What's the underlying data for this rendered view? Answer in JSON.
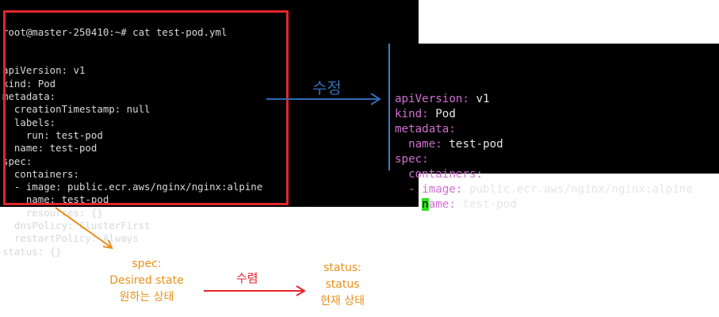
{
  "left_terminal": {
    "prompt_line": "root@master-250410:~# cat test-pod.yml",
    "lines": [
      "apiVersion: v1",
      "kind: Pod",
      "metadata:",
      "  creationTimestamp: null",
      "  labels:",
      "    run: test-pod",
      "  name: test-pod",
      "spec:",
      "  containers:",
      "  - image: public.ecr.aws/nginx/nginx:alpine",
      "    name: test-pod",
      "    resources: {}",
      "  dnsPolicy: ClusterFirst",
      "  restartPolicy: Always",
      "status: {}"
    ]
  },
  "right_terminal": {
    "lines": [
      {
        "indent": "",
        "key": "apiVersion",
        "value": "v1"
      },
      {
        "indent": "",
        "key": "kind",
        "value": "Pod"
      },
      {
        "indent": "",
        "key": "metadata",
        "value": ""
      },
      {
        "indent": "  ",
        "key": "name",
        "value": "test-pod"
      },
      {
        "indent": "",
        "key": "spec",
        "value": ""
      },
      {
        "indent": "  ",
        "key": "containers",
        "value": ""
      },
      {
        "indent": "  - ",
        "key": "image",
        "value": "public.ecr.aws/nginx/nginx:alpine"
      },
      {
        "indent": "    ",
        "key": "name",
        "value": "test-pod",
        "cursor": true
      }
    ]
  },
  "labels": {
    "edit": "수정",
    "converge": "수렴",
    "spec_note": [
      "spec:",
      "Desired state",
      "원하는 상태"
    ],
    "status_note": [
      "status:",
      "status",
      "현재 상태"
    ]
  },
  "colors": {
    "terminal_bg": "#000000",
    "yaml_key": "#d070d0",
    "red_box": "#e3262b",
    "blue_arrow": "#2f6db5",
    "orange_note": "#e8901d",
    "red_arrow": "#e3262b"
  }
}
